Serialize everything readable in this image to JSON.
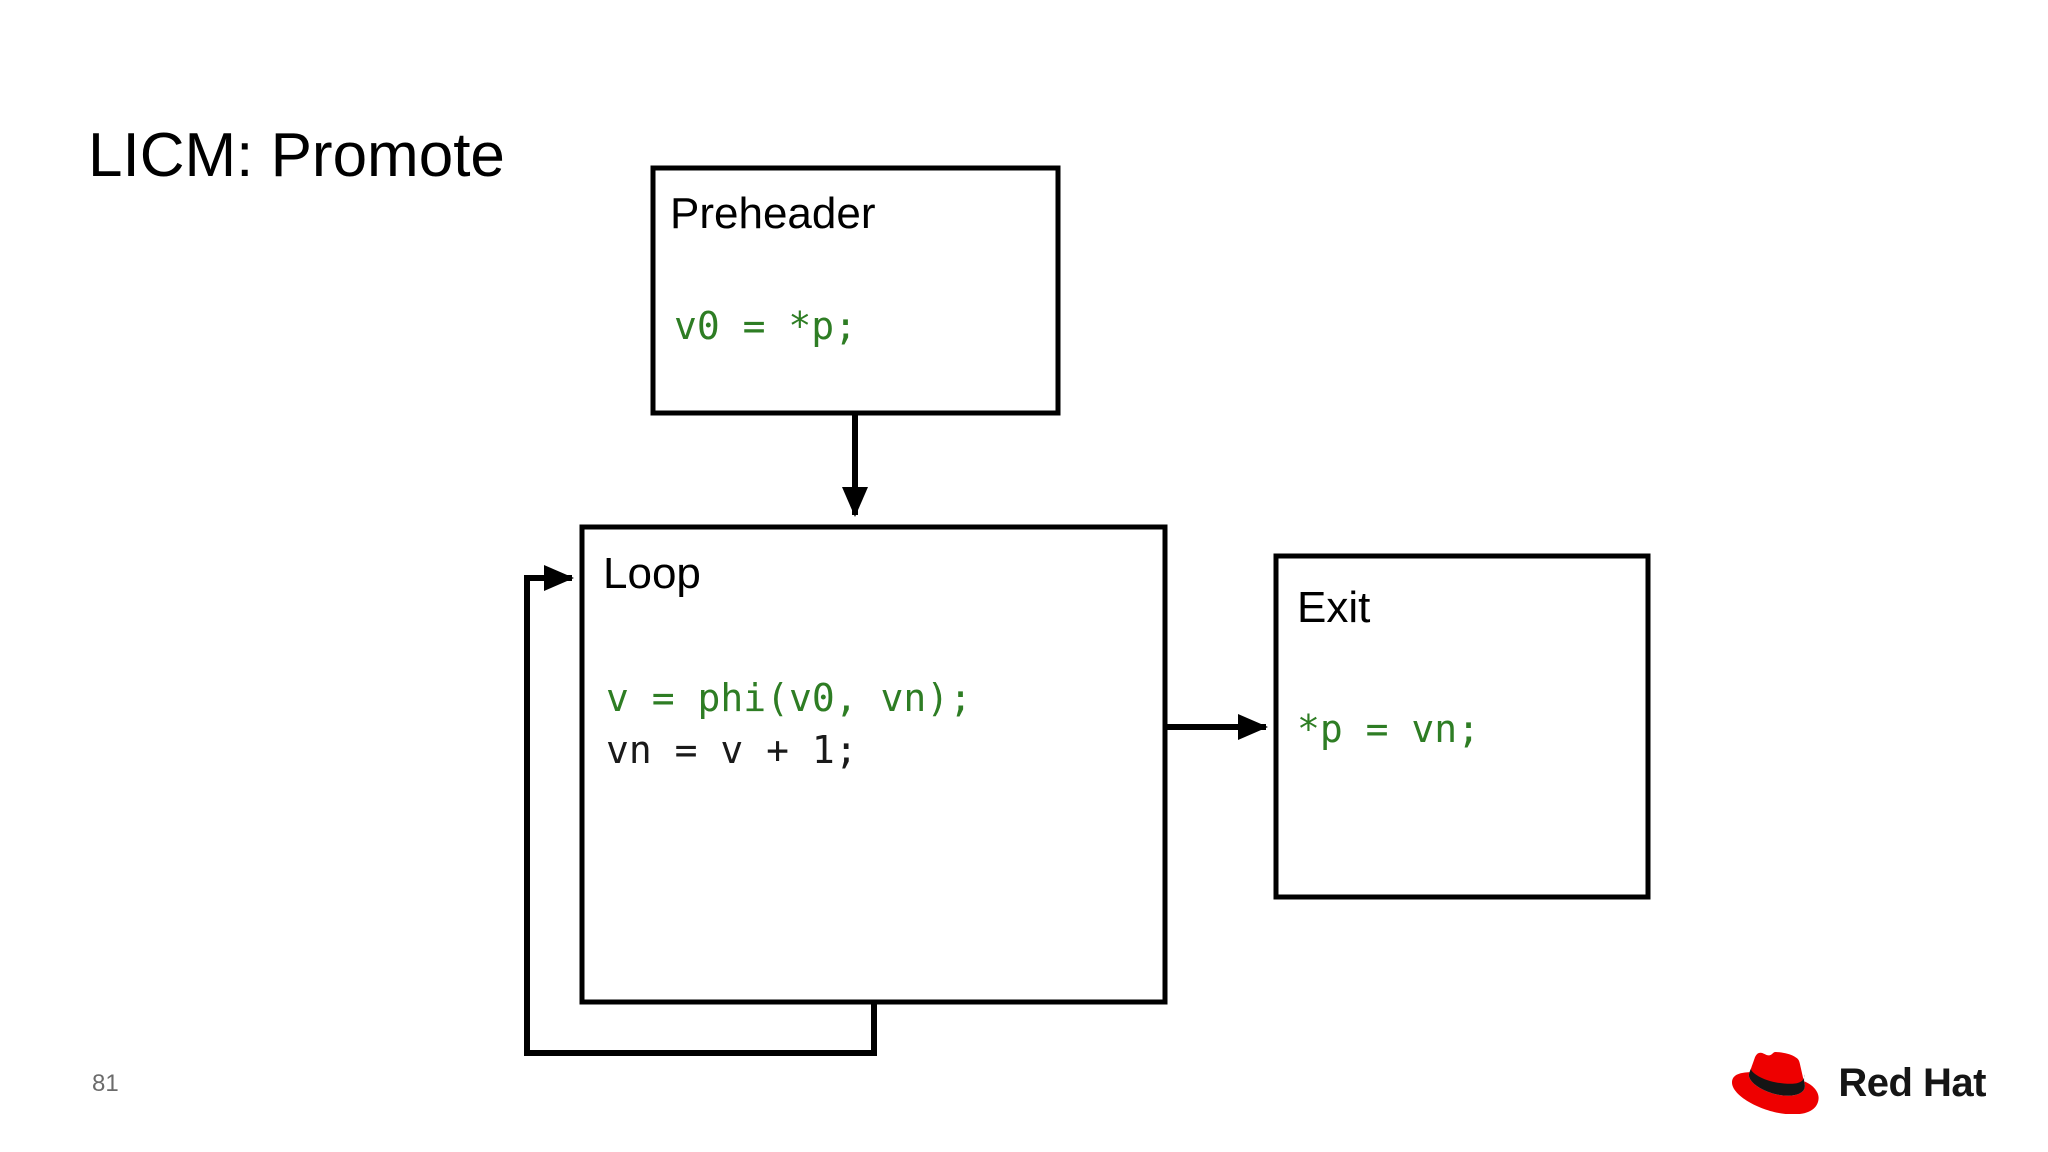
{
  "slide": {
    "title": "LICM: Promote",
    "page_number": "81",
    "background_color": "#ffffff"
  },
  "colors": {
    "code_green": "#2E7D24",
    "code_black": "#1a1a1a",
    "stroke": "#000000",
    "page_number_gray": "#6b6b6b",
    "brand_red": "#EE0000",
    "brand_black": "#151515"
  },
  "diagram": {
    "type": "control-flow-graph",
    "blocks": [
      {
        "id": "preheader",
        "label": "Preheader",
        "code": [
          {
            "text": "v0 = *p;",
            "color": "green"
          }
        ]
      },
      {
        "id": "loop",
        "label": "Loop",
        "code": [
          {
            "text": "v = phi(v0, vn);",
            "color": "green"
          },
          {
            "text": "vn = v + 1;",
            "color": "black"
          }
        ]
      },
      {
        "id": "exit",
        "label": "Exit",
        "code": [
          {
            "text": "*p = vn;",
            "color": "green"
          }
        ]
      }
    ],
    "edges": [
      {
        "from": "preheader",
        "to": "loop",
        "kind": "straight-down"
      },
      {
        "from": "loop",
        "to": "exit",
        "kind": "straight-right"
      },
      {
        "from": "loop",
        "to": "loop",
        "kind": "back-edge"
      }
    ]
  },
  "logo": {
    "text": "Red Hat",
    "mark": "red-hat-fedora-icon"
  }
}
